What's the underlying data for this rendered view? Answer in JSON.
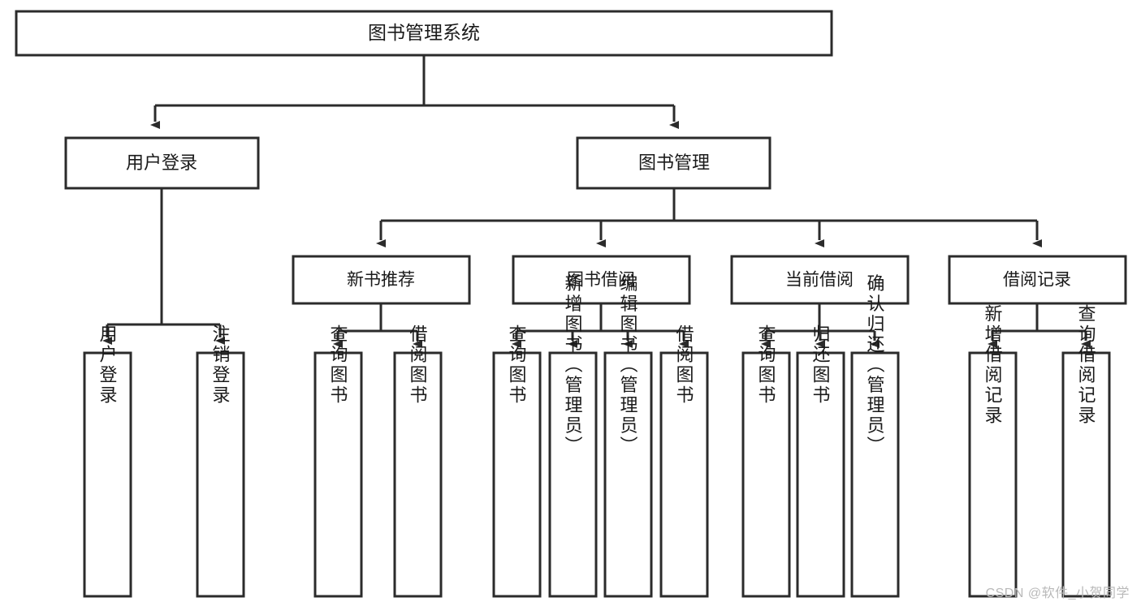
{
  "diagram": {
    "type": "tree-hierarchy",
    "title": "图书管理系统",
    "orientation": "top-down",
    "colors": {
      "box_stroke": "#2b2b2b",
      "box_fill": "#ffffff",
      "connector": "#2b2b2b",
      "text": "#1a1a1a",
      "background": "#ffffff",
      "watermark": "#b9b9b9"
    },
    "levels": {
      "level1": {
        "label": "图书管理系统"
      },
      "level2": [
        {
          "label": "用户登录"
        },
        {
          "label": "图书管理"
        }
      ],
      "level3": [
        {
          "label": "新书推荐",
          "parent": "图书管理"
        },
        {
          "label": "图书借阅",
          "parent": "图书管理"
        },
        {
          "label": "当前借阅",
          "parent": "图书管理"
        },
        {
          "label": "借阅记录",
          "parent": "图书管理"
        }
      ],
      "leaves": [
        {
          "label": "用户登录",
          "parent": "用户登录"
        },
        {
          "label": "注销登录",
          "parent": "用户登录"
        },
        {
          "label": "查询图书",
          "parent": "新书推荐"
        },
        {
          "label": "借阅图书",
          "parent": "新书推荐"
        },
        {
          "label": "查询图书",
          "parent": "图书借阅"
        },
        {
          "label": "新增图书（管理员）",
          "parent": "图书借阅"
        },
        {
          "label": "编辑图书（管理员）",
          "parent": "图书借阅"
        },
        {
          "label": "借阅图书",
          "parent": "图书借阅"
        },
        {
          "label": "查询图书",
          "parent": "当前借阅"
        },
        {
          "label": "归还图书",
          "parent": "当前借阅"
        },
        {
          "label": "确认归还（管理员）",
          "parent": "当前借阅"
        },
        {
          "label": "新增借阅记录",
          "parent": "借阅记录"
        },
        {
          "label": "查询借阅记录",
          "parent": "借阅记录"
        }
      ]
    }
  },
  "watermark": {
    "text": "CSDN @软件_小贺同学"
  }
}
